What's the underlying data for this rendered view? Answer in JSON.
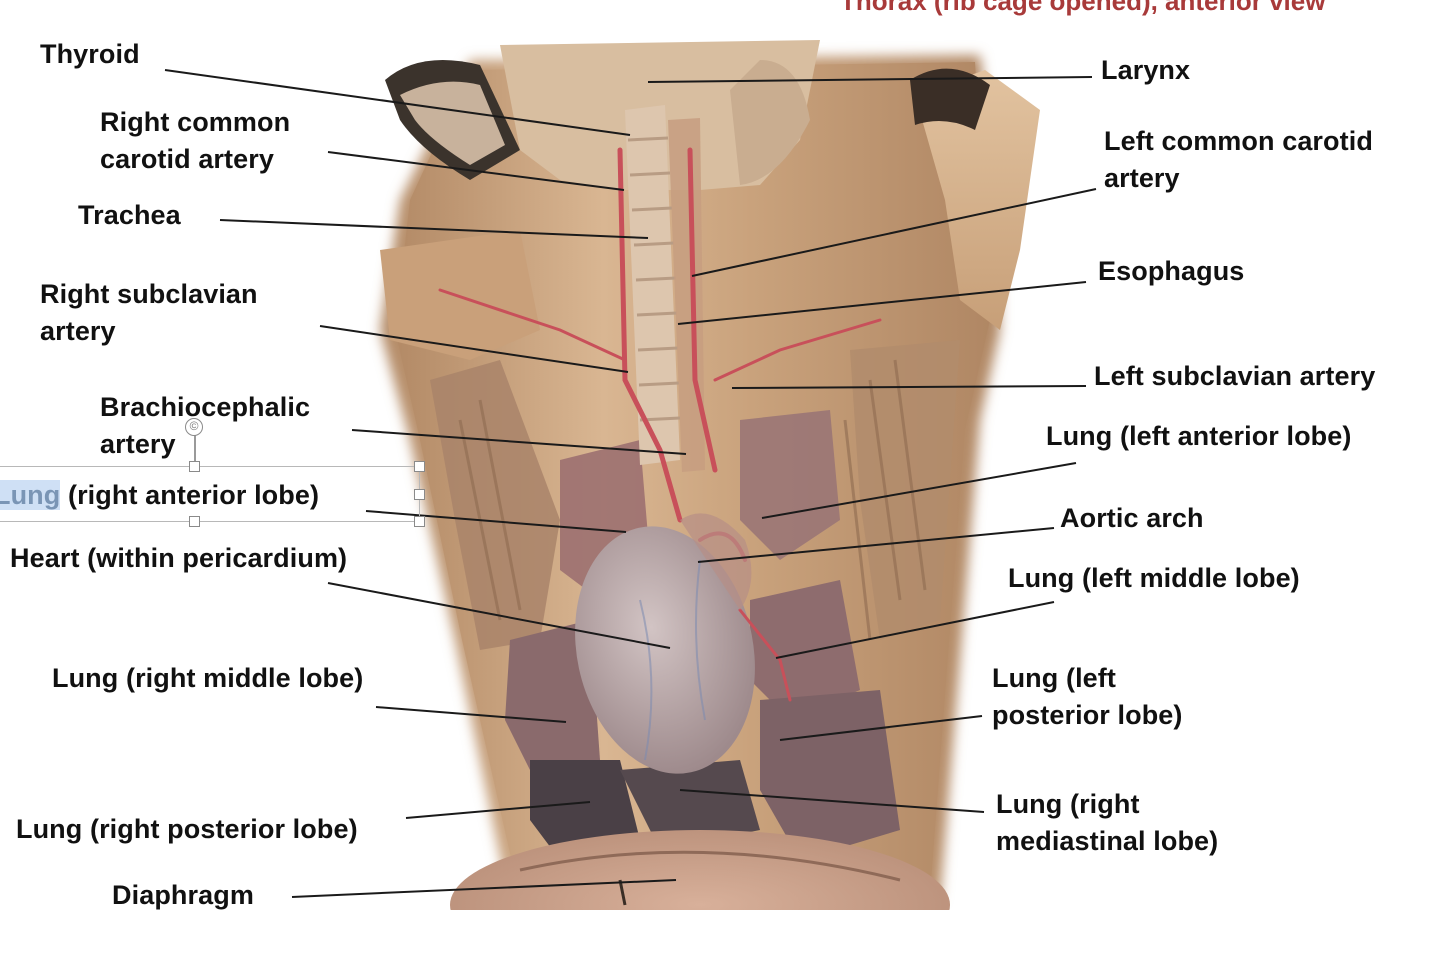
{
  "header": {
    "title": "Thorax (rib cage opened), anterior view"
  },
  "labels": {
    "thyroid": "Thyroid",
    "right_common_carotid_l1": "Right common",
    "right_common_carotid_l2": "carotid artery",
    "trachea": "Trachea",
    "right_subclavian_l1": "Right subclavian",
    "right_subclavian_l2": "artery",
    "brachiocephalic_l1": "Brachiocephalic",
    "brachiocephalic_l2": "artery",
    "lung_right_anterior_selected": "Lung",
    "lung_right_anterior_rest": " (right anterior lobe)",
    "heart": "Heart (within pericardium)",
    "lung_right_middle": "Lung (right middle lobe)",
    "lung_right_posterior": "Lung (right posterior lobe)",
    "diaphragm": "Diaphragm",
    "larynx": "Larynx",
    "left_common_carotid_l1": "Left common carotid",
    "left_common_carotid_l2": "artery",
    "esophagus": "Esophagus",
    "left_subclavian": "Left subclavian artery",
    "lung_left_anterior": "Lung (left anterior lobe)",
    "aortic_arch": "Aortic arch",
    "lung_left_middle": "Lung (left middle lobe)",
    "lung_left_posterior_l1": "Lung (left",
    "lung_left_posterior_l2": "posterior lobe)",
    "lung_right_mediastinal_l1": "Lung (right",
    "lung_right_mediastinal_l2": "mediastinal lobe)"
  },
  "editor": {
    "rotate_glyph": "©"
  },
  "colors": {
    "background": "#ffffff",
    "label_text": "#111111",
    "leader_line": "#1a1a1a",
    "header_text": "#a83a3a",
    "selection_highlight": "#cfe0f5",
    "tissue_base": "#d8b48c",
    "tissue_shadow": "#a07a58",
    "artery": "#c8505a",
    "lung": "#8a6a6e",
    "heart": "#b8a6a8",
    "fur_dark": "#2a2420"
  }
}
